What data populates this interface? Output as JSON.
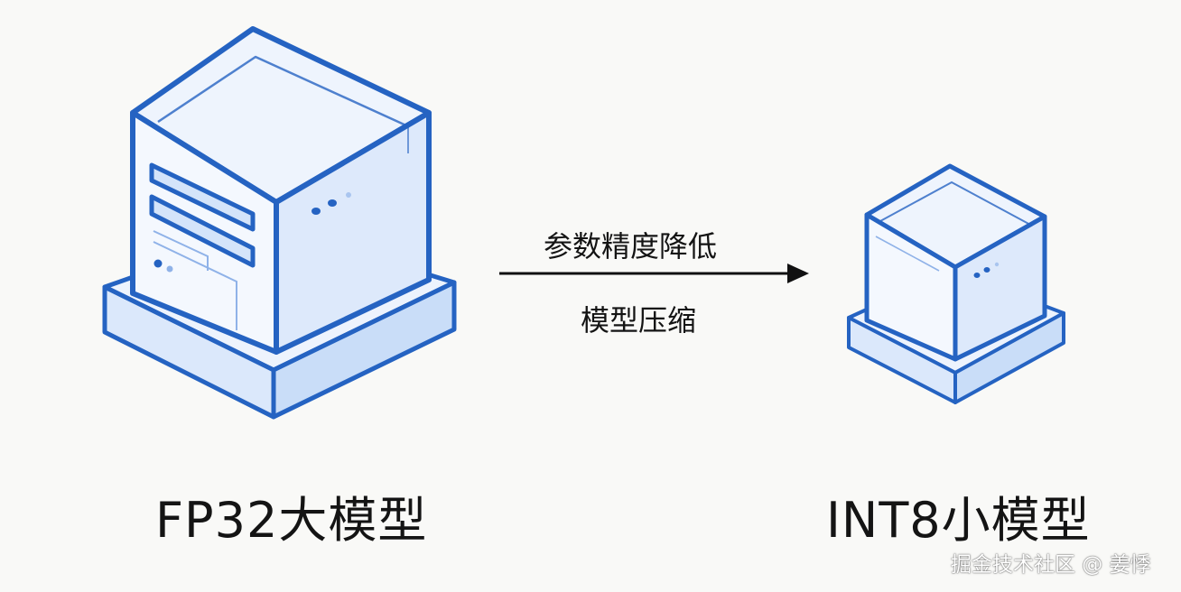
{
  "colors": {
    "background": "#f9f9f7",
    "outline": "#2563c2",
    "face_top": "#eef4fd",
    "face_front": "#f3f7fe",
    "face_side": "#dbe8fb",
    "base_light": "#e4eefc",
    "base_dark": "#c7dcf8",
    "text": "#141414",
    "arrow": "#111111"
  },
  "nodes": [
    {
      "id": "large-model",
      "icon": "large-server-icon",
      "label": "FP32大模型"
    },
    {
      "id": "small-model",
      "icon": "small-server-icon",
      "label": "INT8小模型"
    }
  ],
  "arrow": {
    "top_label": "参数精度降低",
    "bottom_label": "模型压缩"
  },
  "watermark": "掘金技术社区 @ 姜悸"
}
